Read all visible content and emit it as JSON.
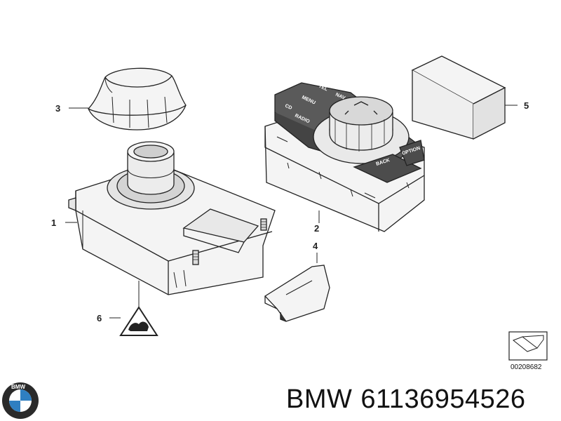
{
  "callouts": {
    "c1": "1",
    "c2": "2",
    "c3": "3",
    "c4": "4",
    "c5": "5",
    "c6": "6"
  },
  "controller_buttons": {
    "cd": "CD",
    "radio": "RADIO",
    "menu": "MENU",
    "tel": "TEL",
    "nav": "NAV",
    "back": "BACK",
    "option": "OPTION"
  },
  "diagram_code": "00208682",
  "brand": {
    "logo_text": "BMW",
    "name": "BMW",
    "part_number": "61136954526"
  },
  "colors": {
    "line": "#222222",
    "part_fill": "#f4f4f4",
    "shade": "#cfcfcf",
    "button_fill": "#555555",
    "logo_blue": "#2f7fc1"
  }
}
